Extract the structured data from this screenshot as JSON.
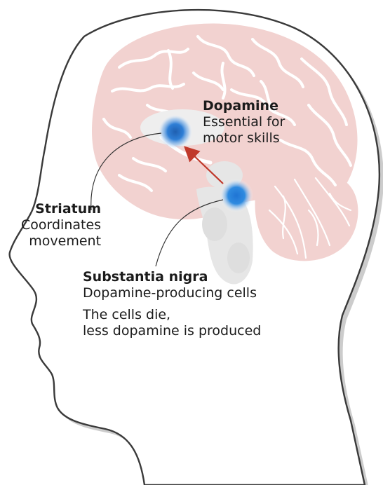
{
  "labels": {
    "dopamine": {
      "title": "Dopamine",
      "line1": "Essential for",
      "line2": "motor skills"
    },
    "striatum": {
      "title": "Striatum",
      "line1": "Coordinates",
      "line2": "movement"
    },
    "substantia_nigra": {
      "title": "Substantia nigra",
      "line1": "Dopamine-producing cells",
      "note1": "The cells die,",
      "note2": "less dopamine is produced"
    }
  },
  "colors": {
    "head_fill": "#ffffff",
    "head_outline": "#3a3a3a",
    "head_shadow": "#c8c8c8",
    "brain_fill": "#f2d2d0",
    "brain_fold": "#ffffff",
    "deep_structure": "#e6e6e6",
    "marker_blue": "#2f7fd6",
    "arrow_red": "#c0392b",
    "leader_line": "#333333"
  }
}
